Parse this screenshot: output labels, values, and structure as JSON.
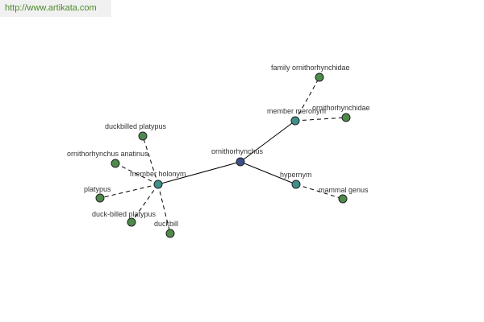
{
  "watermark": {
    "text": "http://www.artikata.com"
  },
  "colors": {
    "root": "#3a4f8c",
    "relation": "#3f8f8a",
    "leaf": "#4e8a4a",
    "edge": "#000000",
    "label": "#333333"
  },
  "graph": {
    "root": {
      "id": "ornithorhynchus",
      "label": "ornithorhynchus"
    },
    "relations": [
      {
        "id": "member-holonym",
        "label": "member holonym"
      },
      {
        "id": "member-meronym",
        "label": "member meronym"
      },
      {
        "id": "hypernym",
        "label": "hypernym"
      }
    ],
    "leaves": [
      {
        "id": "duckbilled-platypus",
        "label": "duckbilled platypus",
        "relation": "member-holonym"
      },
      {
        "id": "ornithorhynchus-anatinus",
        "label": "ornithorhynchus anatinus",
        "relation": "member-holonym"
      },
      {
        "id": "platypus",
        "label": "platypus",
        "relation": "member-holonym"
      },
      {
        "id": "duck-billed-platypus",
        "label": "duck-billed platypus",
        "relation": "member-holonym"
      },
      {
        "id": "duckbill",
        "label": "duckbill",
        "relation": "member-holonym"
      },
      {
        "id": "family-ornithorhynchidae",
        "label": "family ornithorhynchidae",
        "relation": "member-meronym"
      },
      {
        "id": "ornithorhynchidae",
        "label": "ornithorhynchidae",
        "relation": "member-meronym"
      },
      {
        "id": "mammal-genus",
        "label": "mammal genus",
        "relation": "hypernym"
      }
    ]
  }
}
